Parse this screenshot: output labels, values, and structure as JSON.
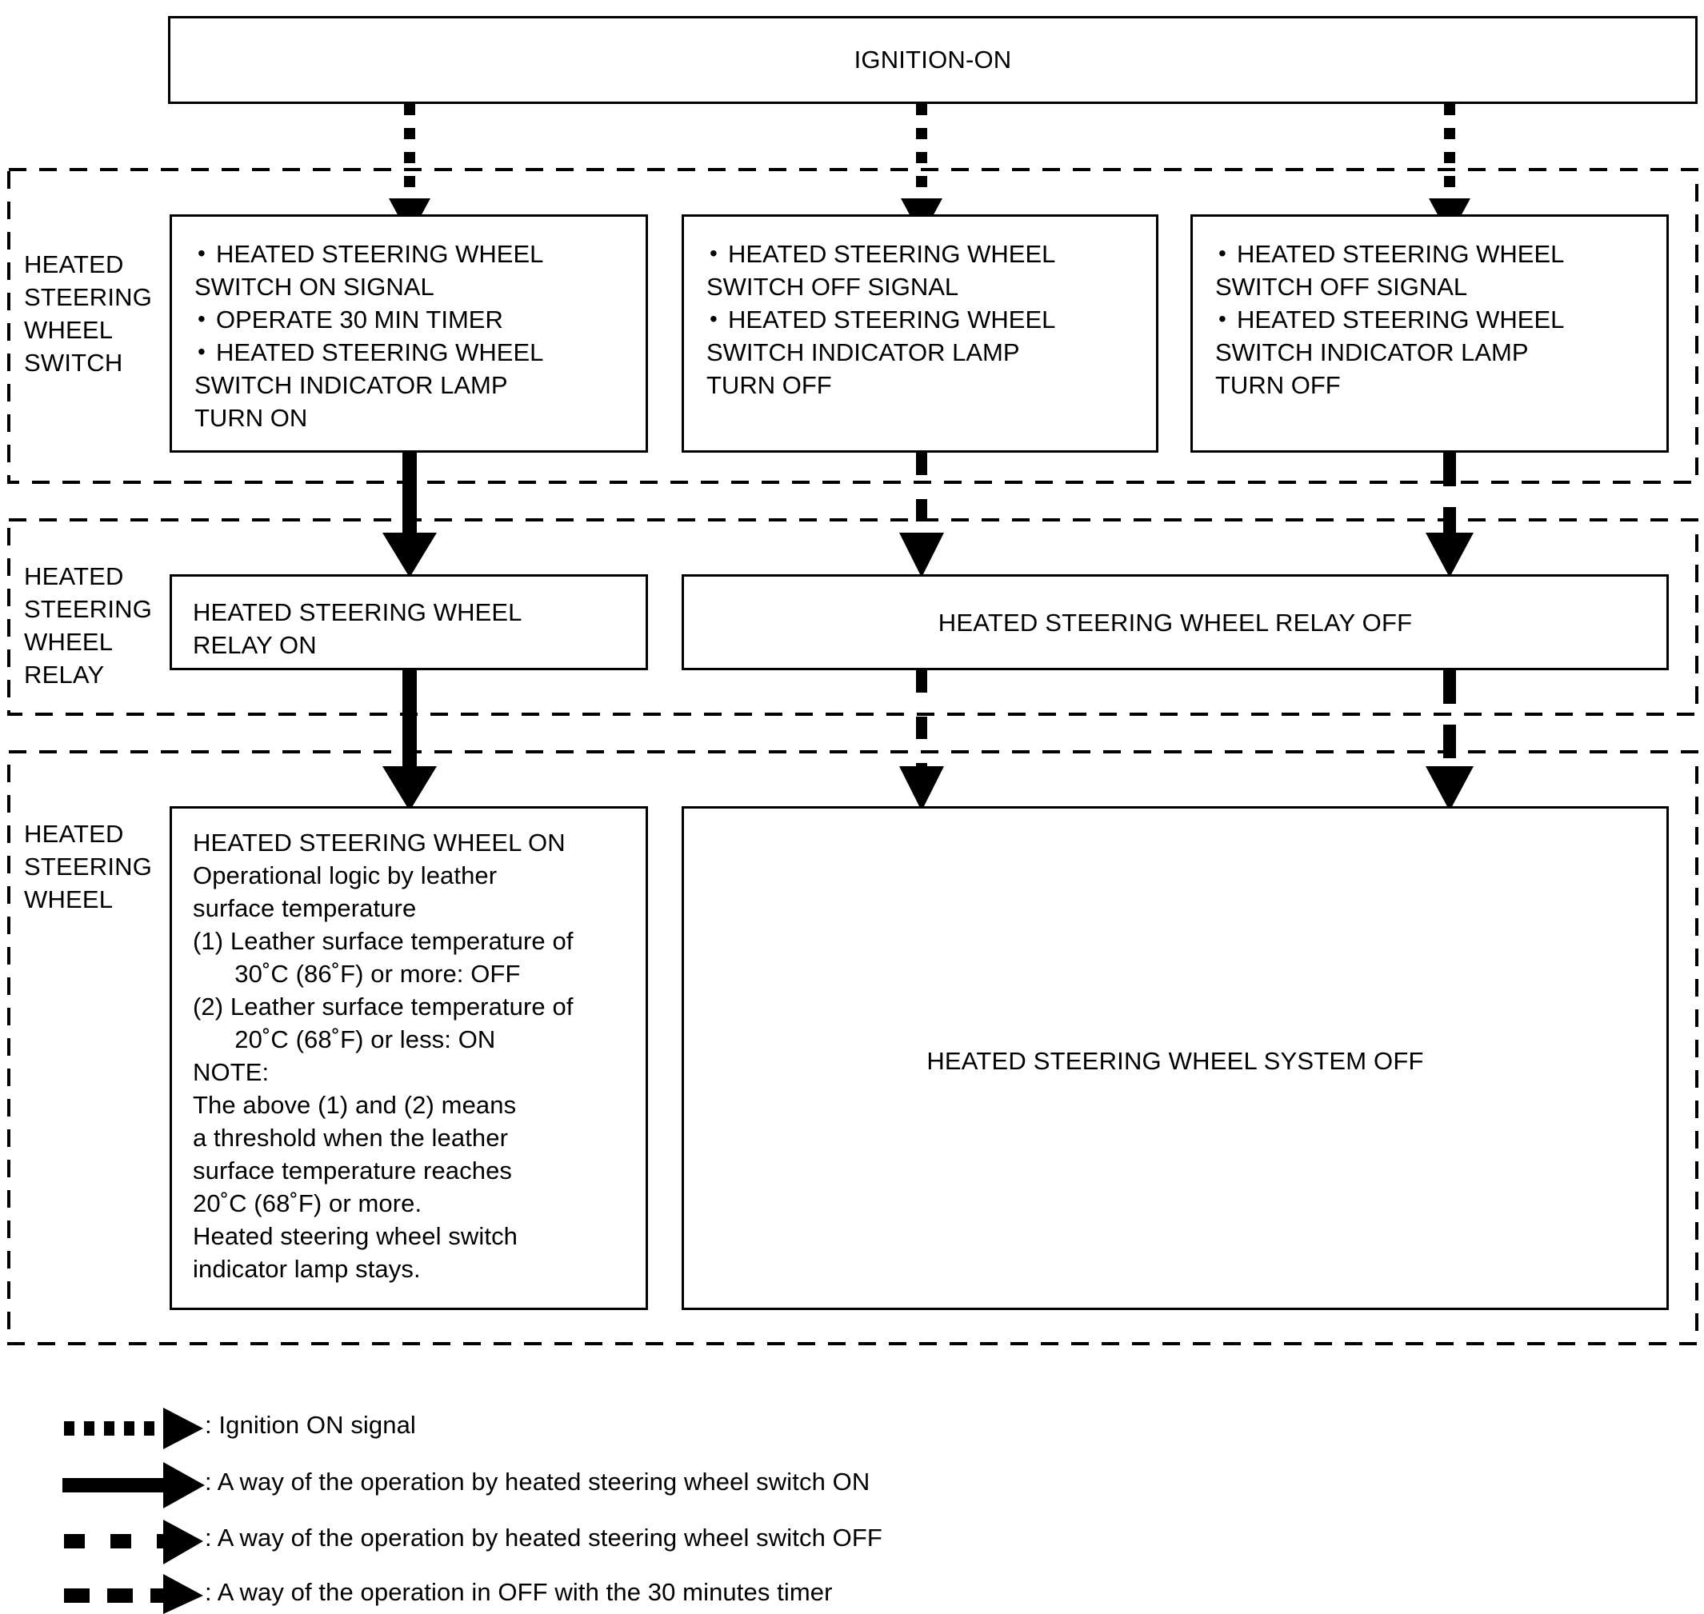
{
  "diagram": {
    "title_box": {
      "label": "IGNITION-ON"
    },
    "sections": [
      {
        "id": "heated-steering-wheel-switch",
        "row_label": "HEATED\nSTEERING\nWHEEL\nSWITCH",
        "boxes": [
          {
            "id": "switch-on",
            "bullets": [
              "HEATED STEERING WHEEL SWITCH ON SIGNAL",
              "OPERATE 30 MIN TIMER",
              "HEATED STEERING WHEEL SWITCH INDICATOR LAMP TURN ON"
            ],
            "lines": [
              "HEATED STEERING WHEEL",
              "SWITCH ON SIGNAL",
              "OPERATE 30 MIN TIMER",
              "HEATED STEERING WHEEL",
              "SWITCH INDICATOR LAMP",
              "TURN ON"
            ]
          },
          {
            "id": "switch-off-center",
            "bullets": [
              "HEATED STEERING WHEEL SWITCH OFF SIGNAL",
              "HEATED STEERING WHEEL SWITCH INDICATOR LAMP TURN OFF"
            ],
            "lines": [
              "HEATED STEERING WHEEL",
              "SWITCH OFF SIGNAL",
              "HEATED STEERING WHEEL",
              "SWITCH INDICATOR LAMP",
              "TURN OFF"
            ]
          },
          {
            "id": "switch-off-right",
            "bullets": [
              "HEATED STEERING WHEEL SWITCH OFF SIGNAL",
              "HEATED STEERING WHEEL SWITCH INDICATOR LAMP TURN OFF"
            ],
            "lines": [
              "HEATED STEERING WHEEL",
              "SWITCH OFF SIGNAL",
              "HEATED STEERING WHEEL",
              "SWITCH INDICATOR LAMP",
              "TURN OFF"
            ]
          }
        ]
      },
      {
        "id": "heated-steering-wheel-relay",
        "row_label": "HEATED\nSTEERING\nWHEEL\nRELAY",
        "boxes": [
          {
            "id": "relay-on",
            "line1": "HEATED STEERING WHEEL",
            "line2": "RELAY ON"
          },
          {
            "id": "relay-off",
            "label": "HEATED STEERING WHEEL RELAY OFF"
          }
        ]
      },
      {
        "id": "heated-steering-wheel",
        "row_label": "HEATED\nSTEERING\nWHEEL",
        "boxes": [
          {
            "id": "wheel-on",
            "heading": "HEATED STEERING WHEEL ON",
            "lines": [
              "Operational logic by leather",
              "surface temperature",
              "(1) Leather surface temperature of",
              "      30˚C (86˚F) or more: OFF",
              "(2) Leather surface temperature of",
              "      20˚C (68˚F) or less: ON",
              "NOTE:",
              "The above (1) and (2) means",
              "a threshold when the leather",
              "surface temperature reaches",
              "20˚C (68˚F) or more.",
              "Heated steering wheel switch",
              "indicator lamp stays."
            ]
          },
          {
            "id": "system-off",
            "label": "HEATED STEERING WHEEL SYSTEM OFF"
          }
        ]
      }
    ],
    "legend": [
      {
        "id": "ignition-on-signal",
        "icon": "dotted-arrow-icon",
        "text": ": Ignition ON signal"
      },
      {
        "id": "switch-on-operation",
        "icon": "solid-arrow-icon",
        "text": ": A way of the operation by heated steering wheel switch ON"
      },
      {
        "id": "switch-off-operation",
        "icon": "short-dashed-arrow-icon",
        "text": ": A way of the operation by heated steering wheel switch OFF"
      },
      {
        "id": "timer-off-operation",
        "icon": "long-dashed-arrow-icon",
        "text": ": A way of the operation in OFF with the 30 minutes timer"
      }
    ],
    "colors": {
      "line": "#000000",
      "background": "#ffffff"
    }
  }
}
